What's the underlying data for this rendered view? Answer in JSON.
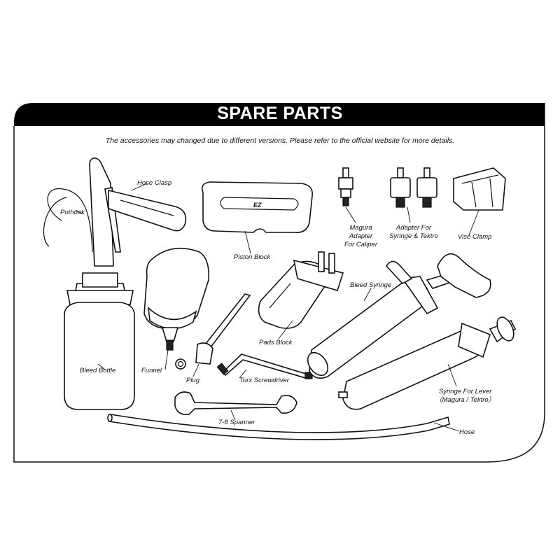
{
  "header": {
    "title": "SPARE PARTS"
  },
  "notice": "The accessories may changed due to different versions. Please refer to the official website for more details.",
  "parts": {
    "pothook": "Pothook",
    "hose_clasp": "Hose Clasp",
    "piston_block": "Piston Block",
    "magura_adapter": [
      "Magura",
      "Adapter",
      "For Caliper"
    ],
    "adapter_syringe_tektro": [
      "Adapter For",
      "Syringe & Tektro"
    ],
    "vise_clamp": "Vise Clamp",
    "bleed_syringe": "Bleed Syringe",
    "pads_block": "Pads Block",
    "funnel": "Funnel",
    "bleed_bottle": "Bleed Bottle",
    "plug": "Plug",
    "torx_screwdriver": "Torx Screwdriver",
    "syringe_for_lever": [
      "Syringe For Lever",
      "（Magura / Tektro）"
    ],
    "spanner": "7-8 Spanner",
    "hose": "Hose"
  }
}
